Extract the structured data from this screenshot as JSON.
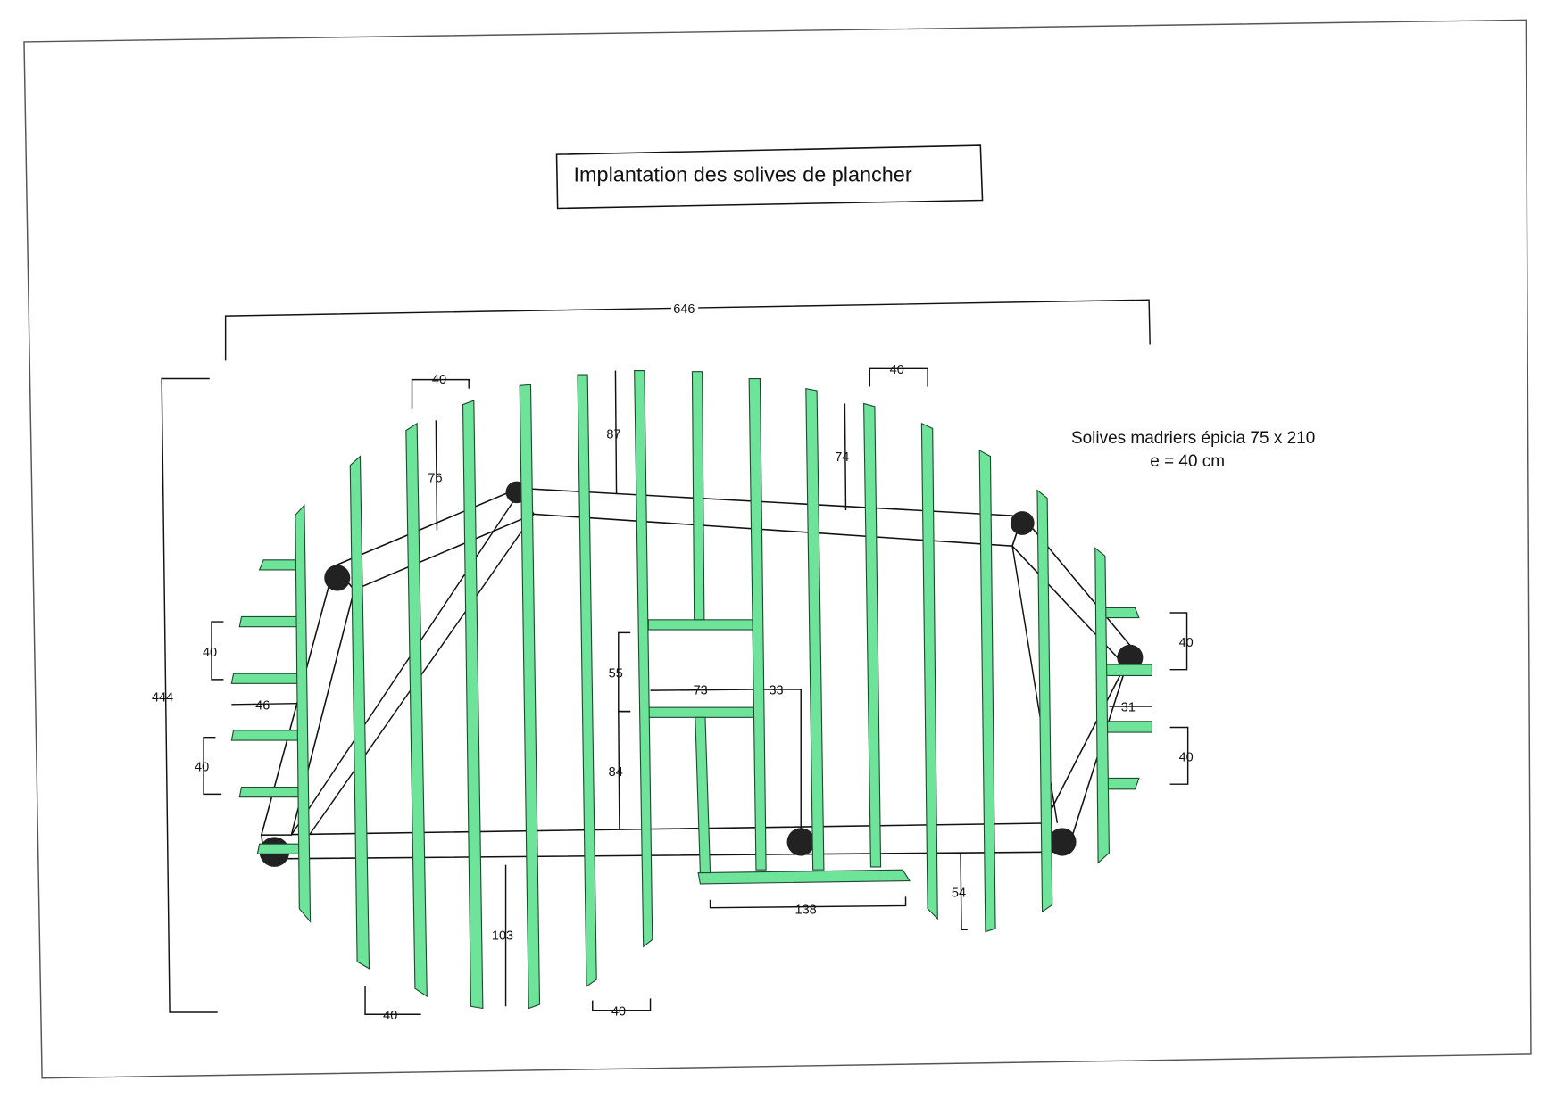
{
  "title": "Implantation des solives de plancher",
  "note": {
    "line1": "Solives madriers épicia 75 x 210",
    "line2": "e = 40 cm"
  },
  "colors": {
    "joist": "#6ee39a",
    "line": "#111111"
  },
  "dimensions": {
    "overall_width": "646",
    "overall_depth": "444",
    "top_left_spacing": "40",
    "top_right_spacing": "40",
    "d76": "76",
    "d87": "87",
    "d74": "74",
    "left_spacing_1": "40",
    "left_spacing_2": "40",
    "left_overhang": "46",
    "d55": "55",
    "d84": "84",
    "d73": "73",
    "d33": "33",
    "d138": "138",
    "d103": "103",
    "d54": "54",
    "bottom_spacing_1": "40",
    "bottom_spacing_2": "40",
    "right_spacing_1": "40",
    "right_spacing_2": "40",
    "right_overhang": "31"
  }
}
